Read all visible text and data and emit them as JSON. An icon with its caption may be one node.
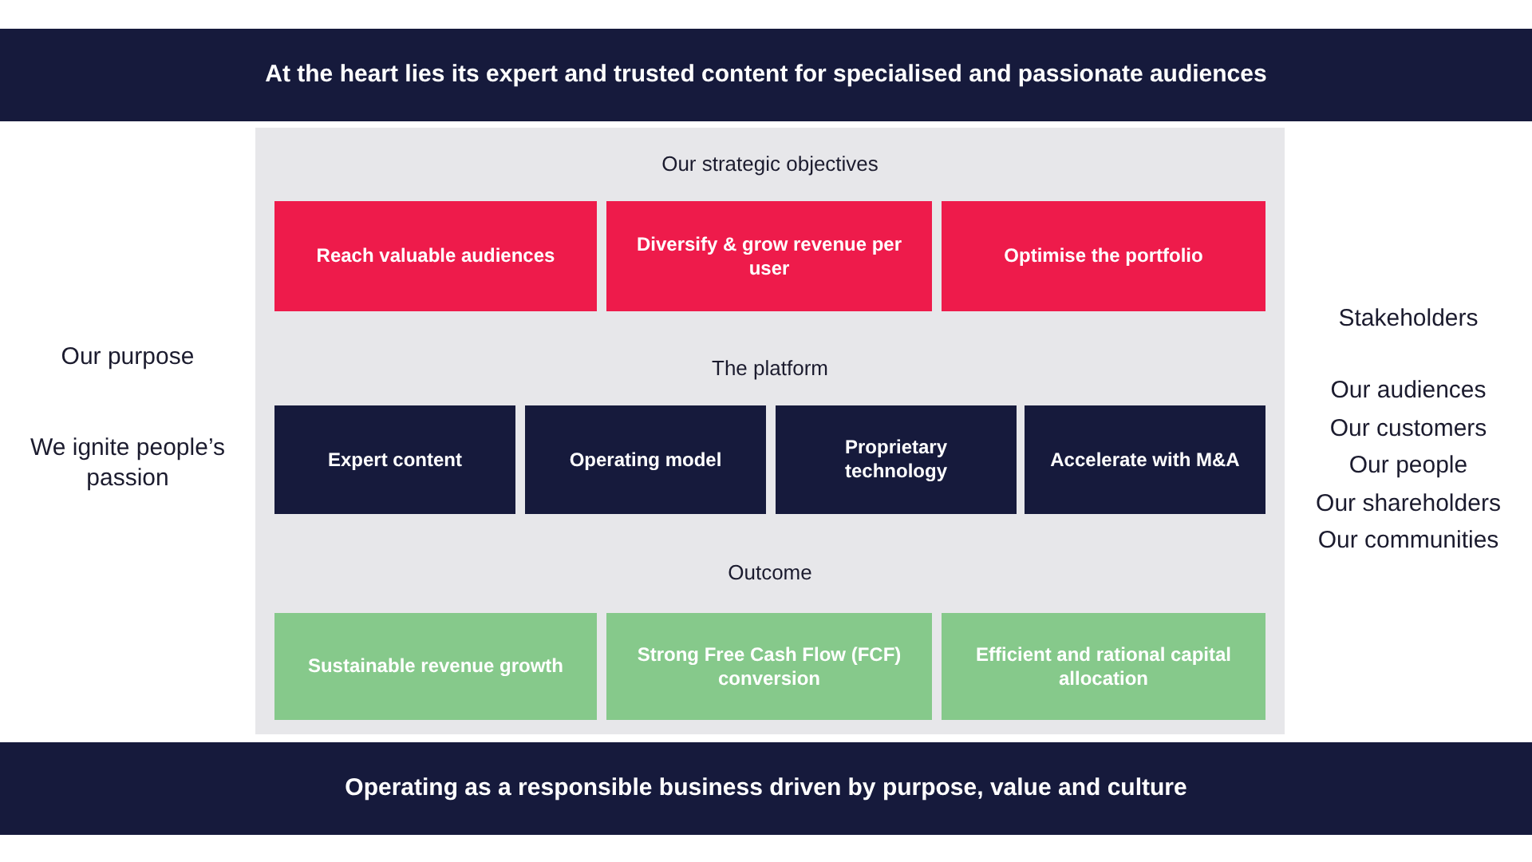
{
  "diagram": {
    "nodes": [
      {
        "text": [
          "At the heart lies its expert and trusted content for specialised and passionate audiences"
        ]
      },
      {
        "text": [
          "Our purpose",
          "We ignite people’s passion"
        ]
      },
      {
        "text": [
          "Our strategic objectives",
          "The platform",
          "Outcome"
        ]
      },
      {
        "text": [
          "Reach valuable audiences"
        ],
        "in": 2
      },
      {
        "text": [
          "Diversify & grow revenue per user"
        ],
        "in": 2
      },
      {
        "text": [
          "Optimise the portfolio"
        ],
        "in": 2
      },
      {
        "text": [
          "Expert content"
        ],
        "in": 2
      },
      {
        "text": [
          "Operating model"
        ],
        "in": 2
      },
      {
        "text": [
          "Proprietary technology"
        ],
        "in": 2
      },
      {
        "text": [
          "Accelerate with M&A"
        ],
        "in": 2
      },
      {
        "text": [
          "Sustainable revenue growth"
        ],
        "in": 2
      },
      {
        "text": [
          "Strong Free Cash Flow (FCF) conversion"
        ],
        "in": 2
      },
      {
        "text": [
          "Efficient and rational capital allocation"
        ],
        "in": 2
      },
      {
        "text": [
          "Stakeholders",
          "Our audiences",
          "Our customers",
          "Our people",
          "Our shareholders",
          "Our communities"
        ]
      },
      {
        "text": [
          "Operating as a responsible business driven by purpose, value and culture"
        ]
      }
    ]
  }
}
